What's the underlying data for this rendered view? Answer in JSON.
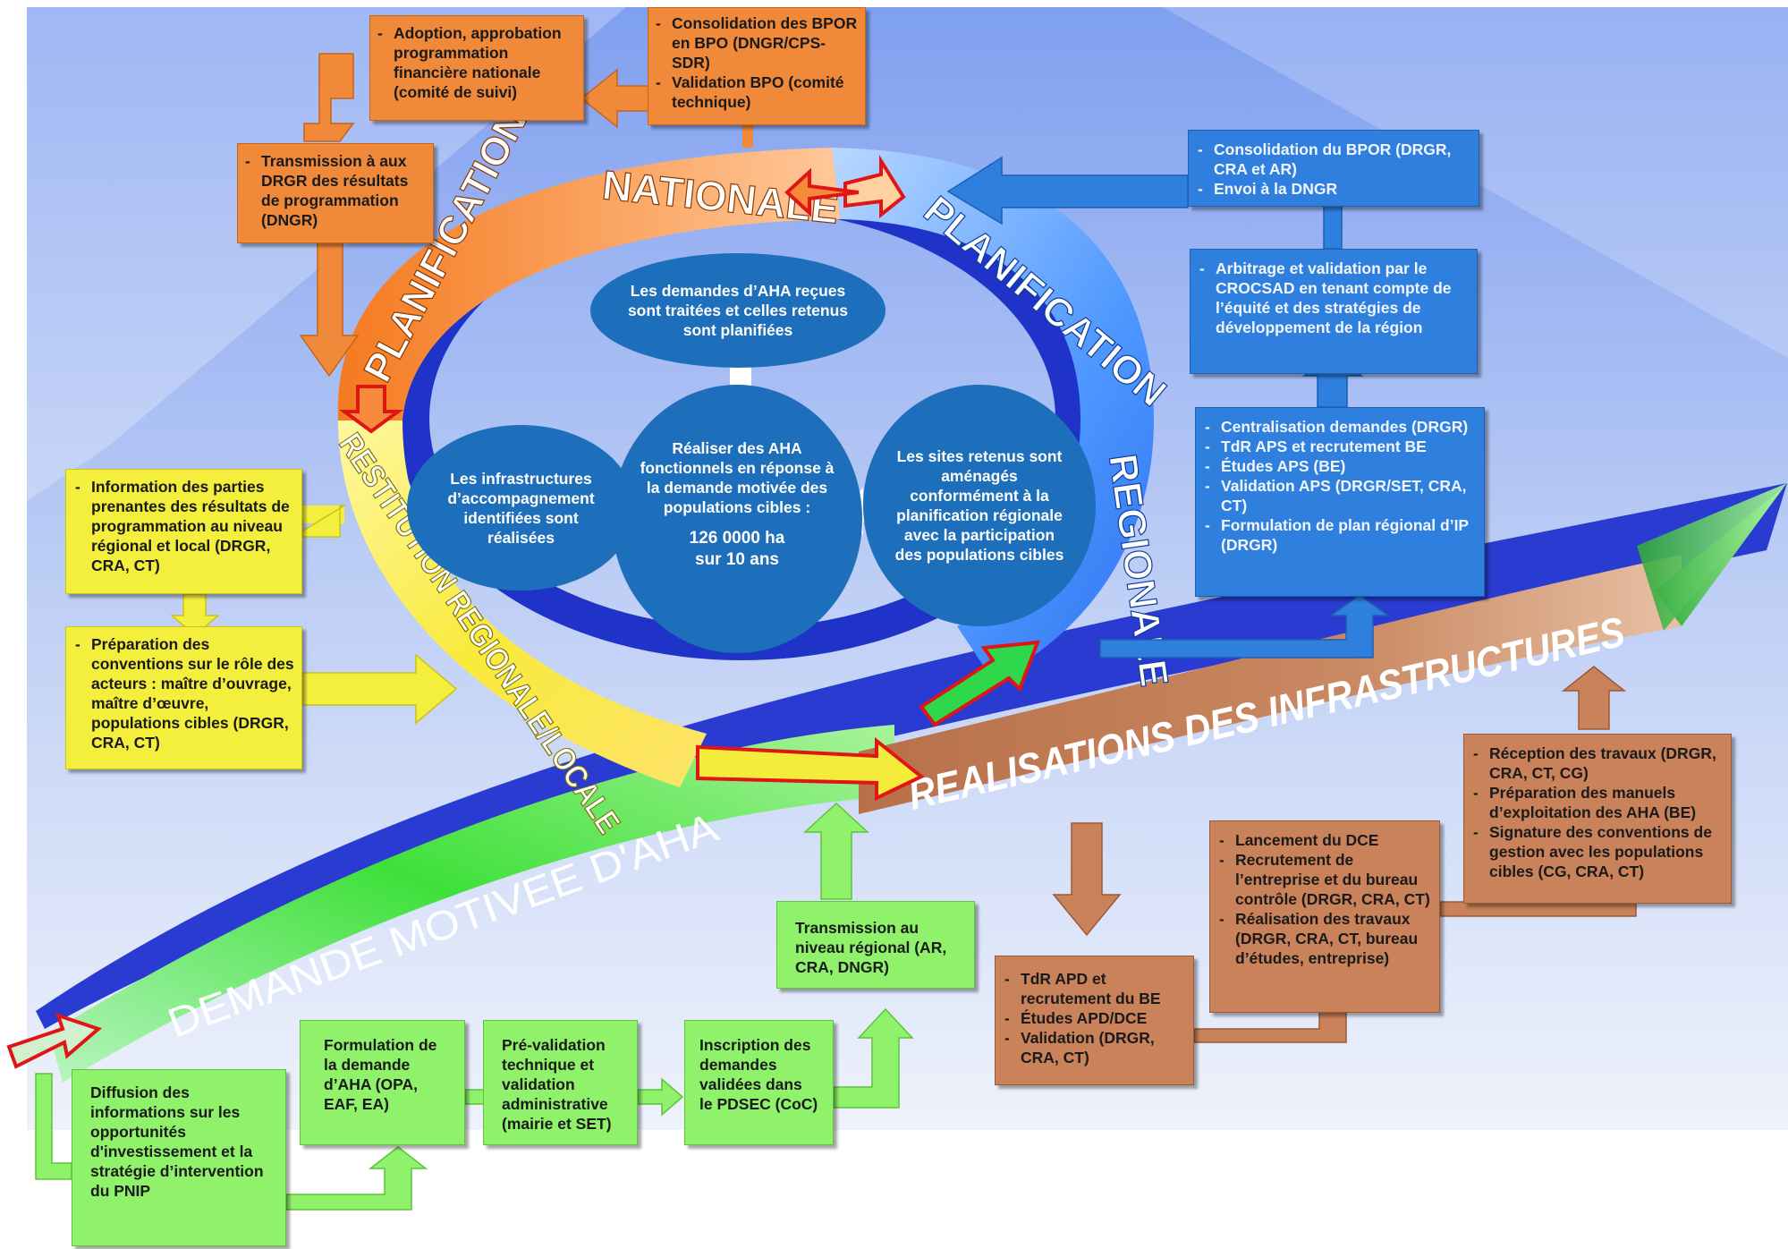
{
  "band_labels": {
    "planification_nationale_1": "PLANIFICATION",
    "planification_nationale_2": "NATIONALE",
    "planification_regionale_1": "PLANIFICATION",
    "planification_regionale_2": "REGIONALE",
    "restitution": "RESTITUTION REGIONALE/LOCALE",
    "realisations": "REALISATIONS DES INFRASTRUCTURES",
    "demande": "DEMANDE MOTIVEE D'AHA"
  },
  "center": {
    "top_ellipse": "Les demandes d’AHA reçues sont traitées et celles retenus sont planifiées",
    "left_ellipse": "Les infrastructures d’accompagnement identifiées sont réalisées",
    "right_ellipse": "Les sites retenus sont aménagés conformément à la planification régionale avec la participation des populations cibles",
    "circle_text": "Réaliser des AHA fonctionnels en réponse à la demande motivée des populations cibles :",
    "circle_target_1": "126 0000 ha",
    "circle_target_2": "sur 10 ans"
  },
  "orange_boxes": {
    "adoption": [
      "Adoption, approbation programmation financière nationale (comité de suivi)"
    ],
    "consolidation_bpo": [
      "Consolidation des BPOR en BPO (DNGR/CPS-SDR)",
      "Validation BPO (comité technique)"
    ],
    "transmission": [
      "Transmission à aux DRGR des résultats de programmation (DNGR)"
    ]
  },
  "blue_boxes": {
    "consolidation_bpor": [
      "Consolidation du BPOR (DRGR, CRA et AR)",
      "Envoi à la DNGR"
    ],
    "arbitrage": [
      "Arbitrage et validation par le CROCSAD en tenant compte de l’équité et des stratégies de développement de la région"
    ],
    "centralisation": [
      "Centralisation demandes (DRGR)",
      "TdR APS et recrutement BE",
      "Études APS (BE)",
      "Validation APS (DRGR/SET, CRA, CT)",
      "Formulation de plan régional d’IP (DRGR)"
    ]
  },
  "yellow_boxes": {
    "information": [
      "Information des parties prenantes des résultats de programmation au niveau régional et local (DRGR, CRA, CT)"
    ],
    "preparation": [
      "Préparation des conventions sur le rôle des acteurs : maître d’ouvrage, maître d’œuvre, populations cibles (DRGR, CRA, CT)"
    ]
  },
  "green_boxes": {
    "diffusion": "Diffusion des informations sur les opportunités d'investissement et la stratégie d’intervention du PNIP",
    "formulation": "Formulation de la demande d’AHA (OPA, EAF, EA)",
    "prevalidation": "Pré-validation technique et validation administrative (mairie et SET)",
    "inscription": "Inscription des demandes validées dans le PDSEC (CoC)",
    "transmission_regional": "Transmission au niveau régional (AR, CRA, DNGR)"
  },
  "brown_boxes": {
    "tdr_apd": [
      "TdR APD et recrutement du BE",
      "Études APD/DCE",
      "Validation (DRGR, CRA, CT)"
    ],
    "lancement": [
      "Lancement du DCE",
      "Recrutement de l’entreprise et du bureau contrôle (DRGR, CRA, CT)",
      "Réalisation des travaux (DRGR, CRA, CT, bureau d’études, entreprise)"
    ],
    "reception": [
      "Réception des travaux (DRGR, CRA, CT, CG)",
      "Préparation des manuels d’exploitation des AHA (BE)",
      "Signature des conventions de gestion avec les populations cibles (CG, CRA, CT)"
    ]
  },
  "colors": {
    "orange": "#f08a3a",
    "blue": "#2f7fdf",
    "dark_blue": "#1e6fbb",
    "yellow": "#f4ef3c",
    "green": "#8ff26a",
    "brown": "#c9825a",
    "red_outline": "#e01515"
  }
}
